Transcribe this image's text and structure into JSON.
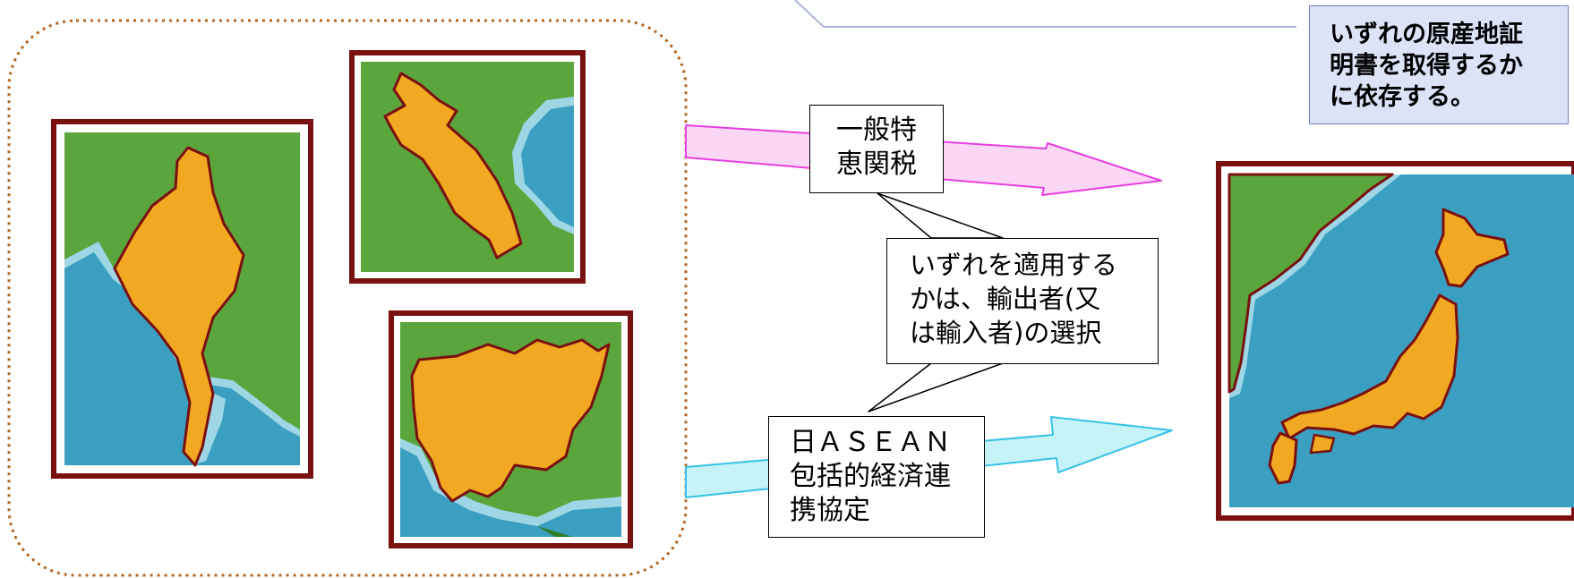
{
  "labels": {
    "gsp": [
      "一般特",
      "恵関税"
    ],
    "choice": [
      "いずれを適用する",
      "かは、輸出者(又",
      "は輸入者)の選択"
    ],
    "ajcep": [
      "日ＡＳＥＡＮ",
      "包括的経済連",
      "携協定"
    ]
  },
  "note": [
    "いずれの原産地証",
    "明書を取得するか",
    "に依存する。"
  ],
  "colors": {
    "land_green": "#5aa53c",
    "sea_blue": "#3a9fc0",
    "coast_light_blue": "#9ed6e6",
    "country_orange": "#f3a822",
    "frame_maroon": "#7a1010",
    "group_border": "#b5651d",
    "gsp_arrow_fill": "#fbd7f6",
    "gsp_arrow_stroke": "#e83ee0",
    "ajcep_arrow_fill": "#c6f3f8",
    "ajcep_arrow_stroke": "#36c2e6",
    "note_fill": "#dde3f7",
    "note_border": "#6e7fc8"
  },
  "maps": {
    "exporting_countries": [
      "myanmar-map",
      "laos-map",
      "cambodia-map"
    ],
    "importing_country": "japan-map"
  }
}
